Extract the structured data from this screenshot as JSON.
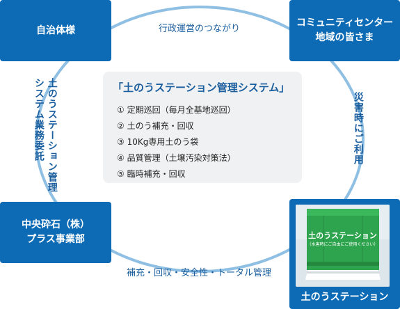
{
  "nodes": {
    "top_left": "自治体様",
    "top_right": [
      "コミュニティセンター",
      "地域の皆さま"
    ],
    "bottom_left": [
      "中央砕石（株）",
      "プラス事業部"
    ],
    "bottom_right": "土のうステーション"
  },
  "edges": {
    "top": "行政運営のつながり",
    "bottom": "補充・回収・安全性・トータル管理",
    "left": [
      "土のうステーション管理",
      "システム業務委託"
    ],
    "right": "災害時にご利用"
  },
  "center": {
    "title": "「土のうステーション管理システム」",
    "items": [
      "① 定期巡回（毎月全基地巡回）",
      "② 土のう補充・回収",
      "③ 10Kg専用土のう袋",
      "④ 品質管理（土壌汚染対策法）",
      "⑤ 臨時補充・回収"
    ]
  },
  "photo": {
    "sign_title": "土のうステーション",
    "sign_subtitle": "（水害時にご自由にご使用ください）"
  },
  "colors": {
    "box": "#0d6bb5",
    "ring": "#8fbfe3",
    "text_blue": "#1a5e9e",
    "panel": "#f0f1f2",
    "cover_green": "#2fa44f"
  }
}
